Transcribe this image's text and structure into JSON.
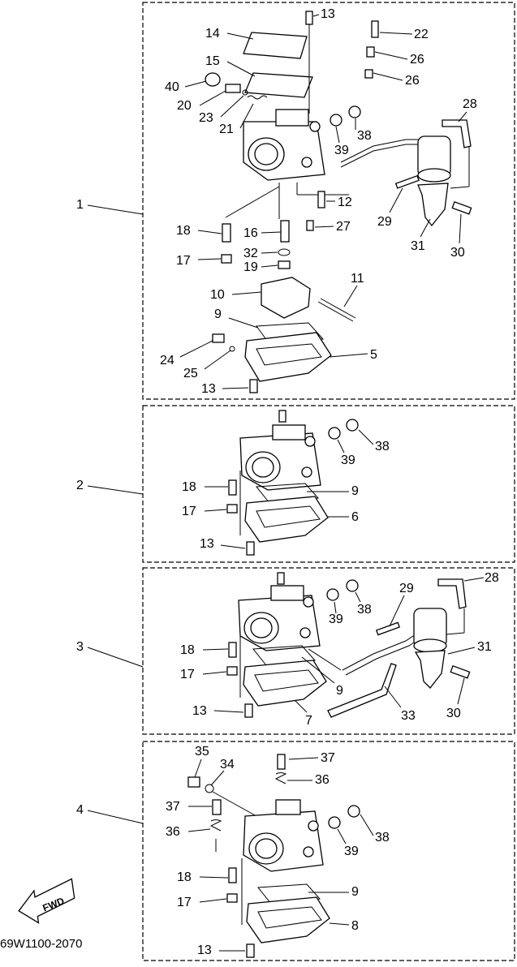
{
  "groups": [
    {
      "label": "1"
    },
    {
      "label": "2"
    },
    {
      "label": "3"
    },
    {
      "label": "4"
    }
  ],
  "callouts": {
    "g1": [
      "13",
      "14",
      "22",
      "26",
      "15",
      "26",
      "40",
      "20",
      "23",
      "21",
      "38",
      "28",
      "39",
      "12",
      "29",
      "18",
      "16",
      "27",
      "31",
      "30",
      "32",
      "17",
      "19",
      "10",
      "11",
      "9",
      "5",
      "24",
      "25",
      "13"
    ],
    "g2": [
      "38",
      "39",
      "18",
      "9",
      "17",
      "6",
      "13"
    ],
    "g3": [
      "29",
      "28",
      "39",
      "38",
      "31",
      "18",
      "17",
      "9",
      "33",
      "30",
      "13",
      "7"
    ],
    "g4": [
      "35",
      "37",
      "34",
      "36",
      "37",
      "36",
      "38",
      "39",
      "18",
      "9",
      "17",
      "8",
      "13"
    ]
  },
  "fwd_label": "FWD",
  "drawing_code": "69W1100-2070"
}
